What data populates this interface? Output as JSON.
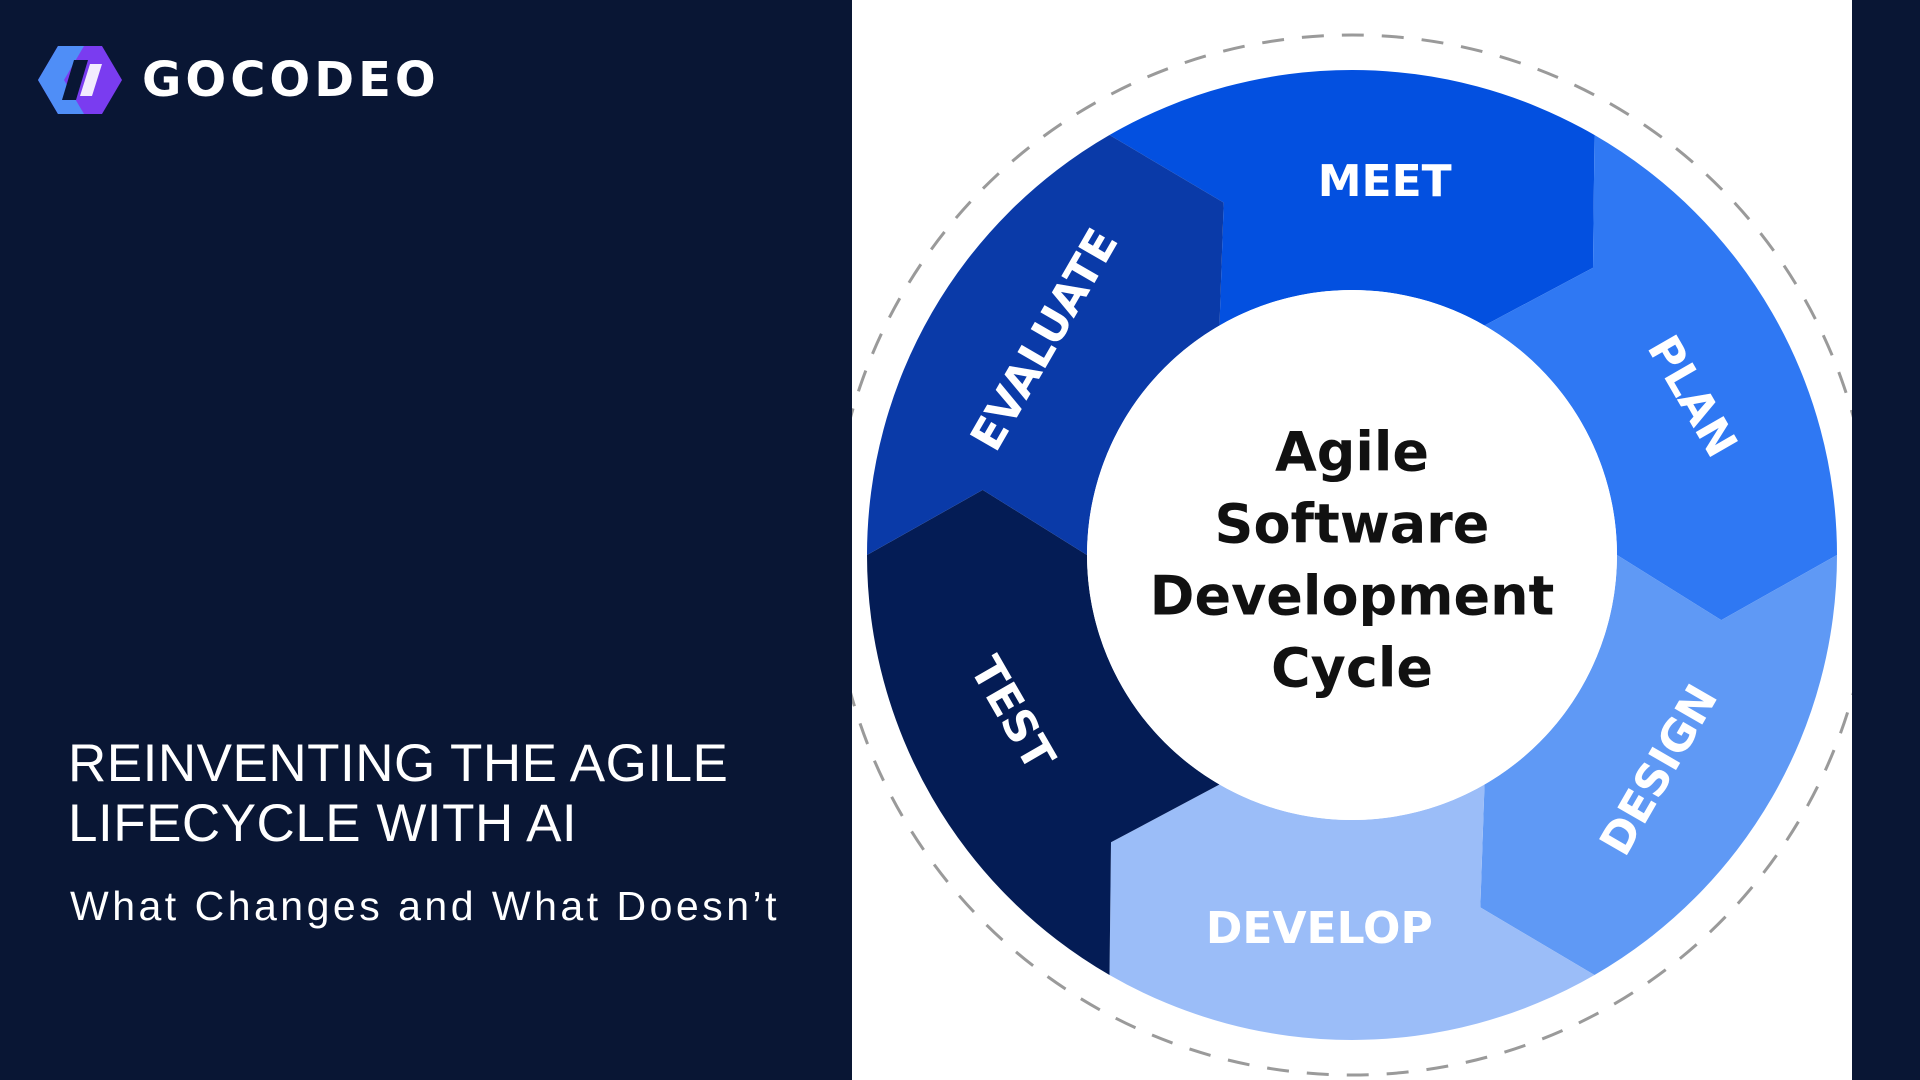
{
  "brand": {
    "name": "GOCODEO",
    "logo_icon": "gocodeo-logo-icon",
    "logo_colors": [
      "#4f8ef7",
      "#7a3cf0"
    ]
  },
  "headline": {
    "line1": "REINVENTING THE AGILE",
    "line2": "LIFECYCLE WITH AI"
  },
  "subheadline": "What Changes and What Doesn’t",
  "diagram": {
    "center_lines": [
      "Agile",
      "Software",
      "Development",
      "Cycle"
    ],
    "phases": [
      {
        "label": "MEET",
        "color": "#0350e0",
        "text_color": "#ffffff"
      },
      {
        "label": "PLAN",
        "color": "#2f78f3",
        "text_color": "#ffffff"
      },
      {
        "label": "DESIGN",
        "color": "#5f99f5",
        "text_color": "#ffffff"
      },
      {
        "label": "DEVELOP",
        "color": "#9bbdf8",
        "text_color": "#ffffff"
      },
      {
        "label": "TEST",
        "color": "#041c55",
        "text_color": "#ffffff"
      },
      {
        "label": "EVALUATE",
        "color": "#0a3aa8",
        "text_color": "#ffffff"
      }
    ]
  },
  "colors": {
    "background": "#091634",
    "panel": "#ffffff",
    "dashed_ring": "#9a9a9a"
  }
}
